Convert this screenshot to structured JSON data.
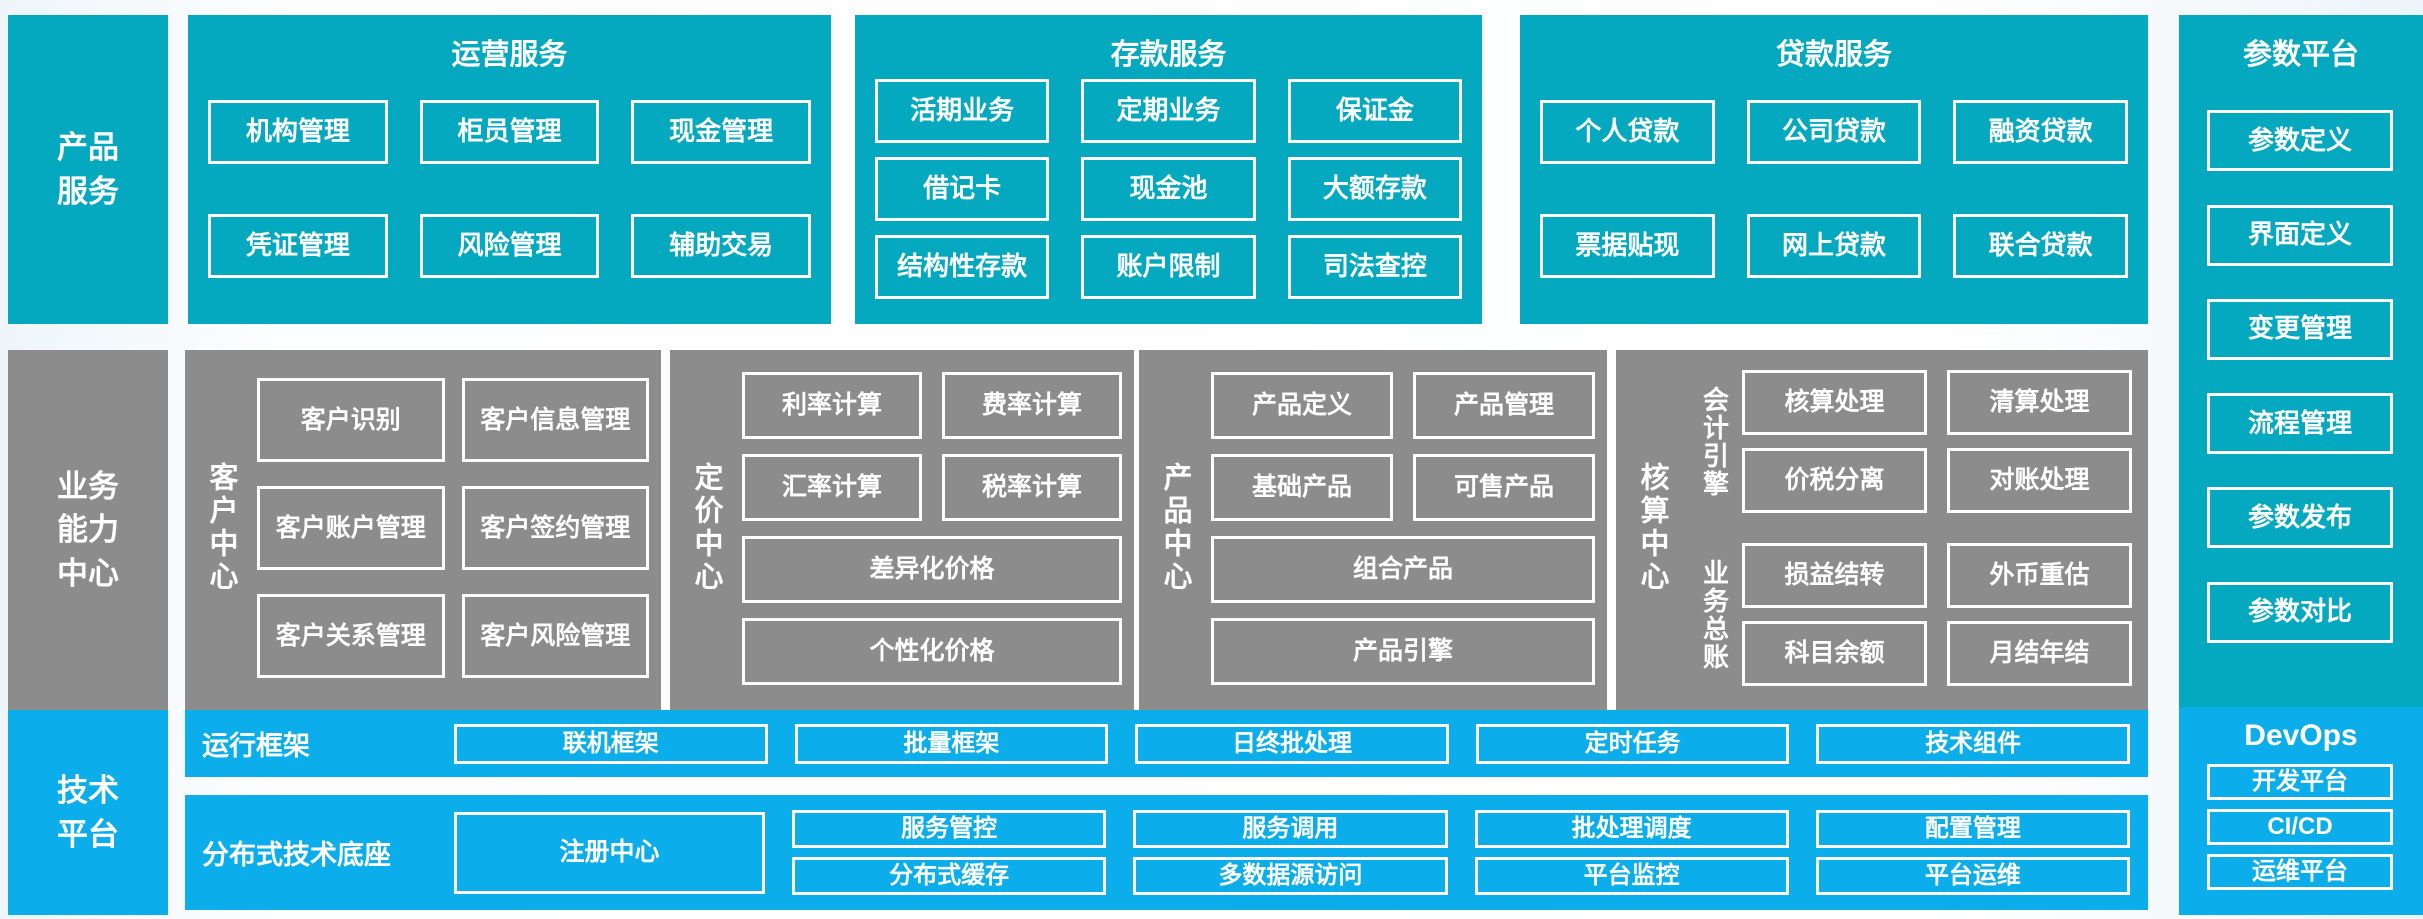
{
  "colors": {
    "teal": "#04a9c0",
    "gray": "#8c8c8c",
    "blue": "#0badea",
    "box_border": "#ffffff",
    "text": "#ffffff"
  },
  "product_row": {
    "side_label": "产品\n服务",
    "operations": {
      "title": "运营服务",
      "items": [
        "机构管理",
        "柜员管理",
        "现金管理",
        "凭证管理",
        "风险管理",
        "辅助交易"
      ]
    },
    "deposit": {
      "title": "存款服务",
      "items": [
        "活期业务",
        "定期业务",
        "保证金",
        "借记卡",
        "现金池",
        "大额存款",
        "结构性存款",
        "账户限制",
        "司法查控"
      ]
    },
    "loan": {
      "title": "贷款服务",
      "items": [
        "个人贷款",
        "公司贷款",
        "融资贷款",
        "票据贴现",
        "网上贷款",
        "联合贷款"
      ]
    }
  },
  "param_platform": {
    "title": "参数平台",
    "items": [
      "参数定义",
      "界面定义",
      "变更管理",
      "流程管理",
      "参数发布",
      "参数对比"
    ]
  },
  "business_row": {
    "side_label": "业务\n能力\n中心",
    "customer_center": {
      "label": "客户中心",
      "items": [
        "客户识别",
        "客户信息管理",
        "客户账户管理",
        "客户签约管理",
        "客户关系管理",
        "客户风险管理"
      ]
    },
    "pricing_center": {
      "label": "定价中心",
      "items": [
        "利率计算",
        "费率计算",
        "汇率计算",
        "税率计算"
      ],
      "wide_items": [
        "差异化价格",
        "个性化价格"
      ]
    },
    "product_center": {
      "label": "产品中心",
      "items": [
        "产品定义",
        "产品管理",
        "基础产品",
        "可售产品"
      ],
      "wide_items": [
        "组合产品",
        "产品引擎"
      ]
    },
    "accounting_center": {
      "label": "核算中心",
      "groups": [
        {
          "label": "会计引擎",
          "items": [
            "核算处理",
            "清算处理",
            "价税分离",
            "对账处理"
          ]
        },
        {
          "label": "业务总账",
          "items": [
            "损益结转",
            "外币重估",
            "科目余额",
            "月结年结"
          ]
        }
      ]
    }
  },
  "tech_row": {
    "side_label": "技术\n平台",
    "runtime": {
      "label": "运行框架",
      "items": [
        "联机框架",
        "批量框架",
        "日终批处理",
        "定时任务",
        "技术组件"
      ]
    },
    "distributed": {
      "label": "分布式技术底座",
      "registry": "注册中心",
      "top_items": [
        "服务管控",
        "服务调用",
        "批处理调度",
        "配置管理"
      ],
      "bottom_items": [
        "分布式缓存",
        "多数据源访问",
        "平台监控",
        "平台运维"
      ]
    }
  },
  "devops": {
    "title": "DevOps",
    "items": [
      "开发平台",
      "CI/CD",
      "运维平台"
    ]
  }
}
